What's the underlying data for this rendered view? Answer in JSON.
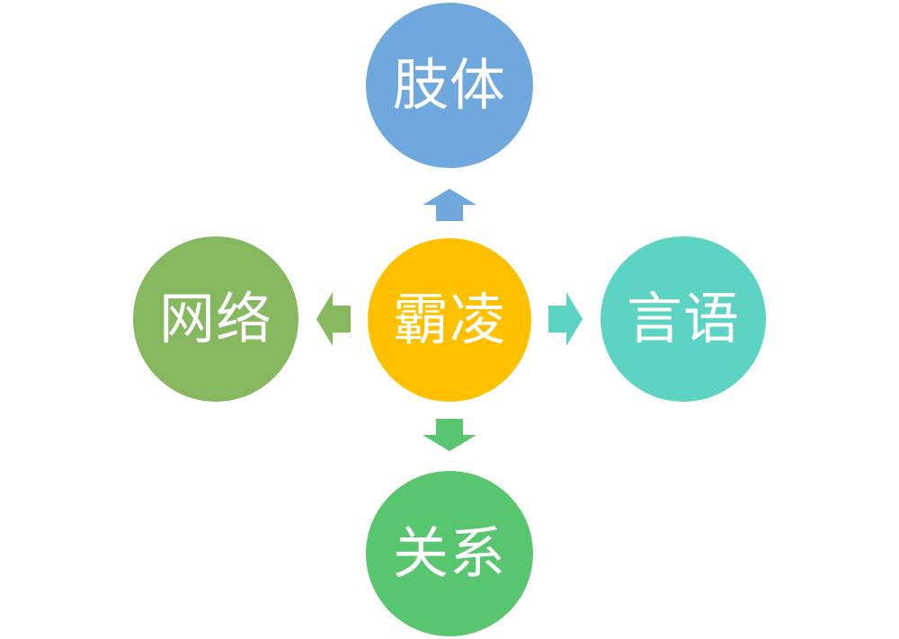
{
  "diagram": {
    "center": {
      "label": "霸凌",
      "color": "#FFC000"
    },
    "top": {
      "label": "肢体",
      "color": "#6FA8DC"
    },
    "left": {
      "label": "网络",
      "color": "#86B85F"
    },
    "right": {
      "label": "言语",
      "color": "#5DD3C4"
    },
    "bottom": {
      "label": "关系",
      "color": "#57C66F"
    }
  }
}
